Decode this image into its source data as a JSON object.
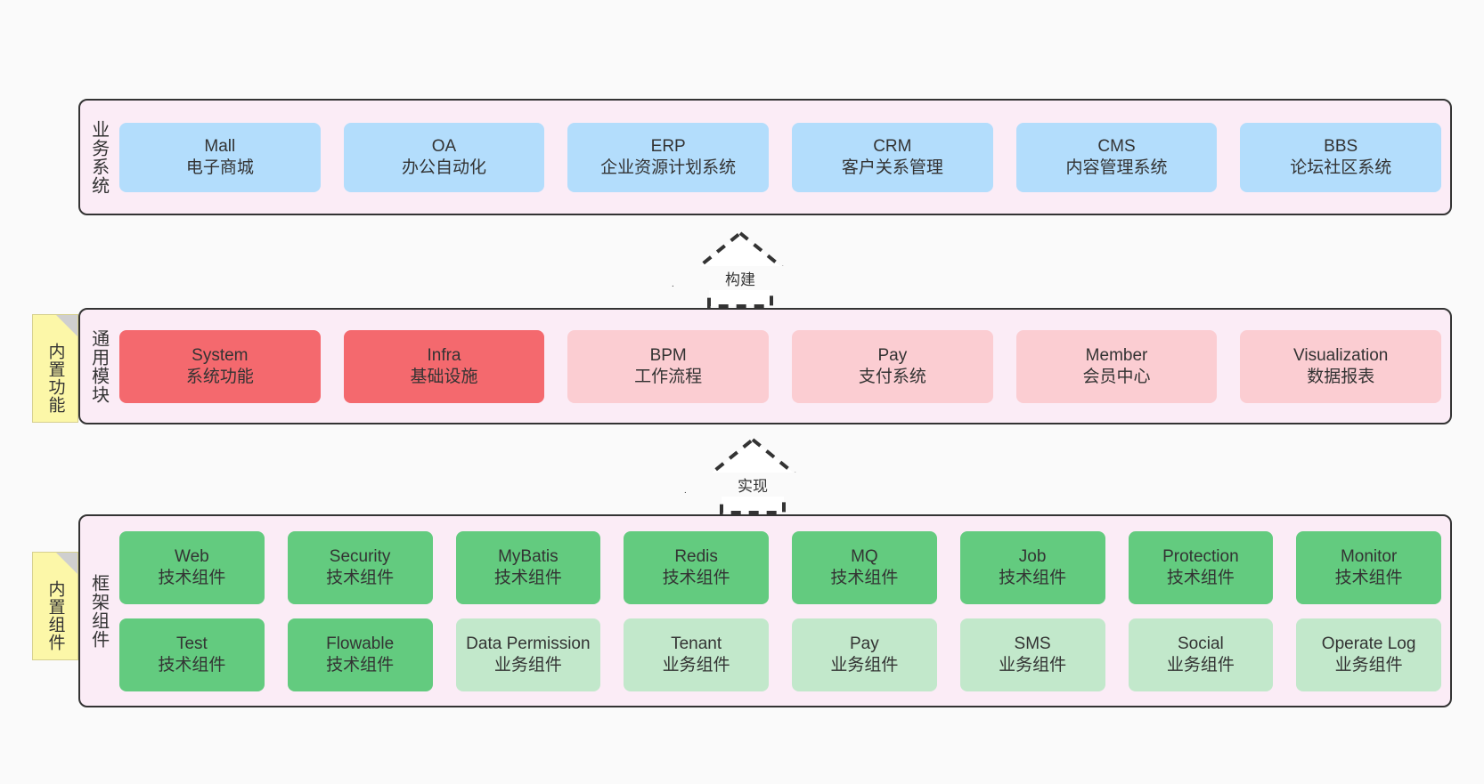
{
  "layers": [
    {
      "id": "business",
      "title": "业务系统",
      "rows": [
        [
          {
            "t1": "Mall",
            "t2": "电子商城",
            "color": "c-blue"
          },
          {
            "t1": "OA",
            "t2": "办公自动化",
            "color": "c-blue"
          },
          {
            "t1": "ERP",
            "t2": "企业资源计划系统",
            "color": "c-blue"
          },
          {
            "t1": "CRM",
            "t2": "客户关系管理",
            "color": "c-blue"
          },
          {
            "t1": "CMS",
            "t2": "内容管理系统",
            "color": "c-blue"
          },
          {
            "t1": "BBS",
            "t2": "论坛社区系统",
            "color": "c-blue"
          }
        ]
      ]
    },
    {
      "id": "modules",
      "title": "通用模块",
      "sticky": "内置功能",
      "rows": [
        [
          {
            "t1": "System",
            "t2": "系统功能",
            "color": "c-red"
          },
          {
            "t1": "Infra",
            "t2": "基础设施",
            "color": "c-red"
          },
          {
            "t1": "BPM",
            "t2": "工作流程",
            "color": "c-pink"
          },
          {
            "t1": "Pay",
            "t2": "支付系统",
            "color": "c-pink"
          },
          {
            "t1": "Member",
            "t2": "会员中心",
            "color": "c-pink"
          },
          {
            "t1": "Visualization",
            "t2": "数据报表",
            "color": "c-pink"
          }
        ]
      ]
    },
    {
      "id": "framework",
      "title": "框架组件",
      "sticky": "内置组件",
      "rows": [
        [
          {
            "t1": "Web",
            "t2": "技术组件",
            "color": "c-green"
          },
          {
            "t1": "Security",
            "t2": "技术组件",
            "color": "c-green"
          },
          {
            "t1": "MyBatis",
            "t2": "技术组件",
            "color": "c-green"
          },
          {
            "t1": "Redis",
            "t2": "技术组件",
            "color": "c-green"
          },
          {
            "t1": "MQ",
            "t2": "技术组件",
            "color": "c-green"
          },
          {
            "t1": "Job",
            "t2": "技术组件",
            "color": "c-green"
          },
          {
            "t1": "Protection",
            "t2": "技术组件",
            "color": "c-green"
          },
          {
            "t1": "Monitor",
            "t2": "技术组件",
            "color": "c-green"
          }
        ],
        [
          {
            "t1": "Test",
            "t2": "技术组件",
            "color": "c-green"
          },
          {
            "t1": "Flowable",
            "t2": "技术组件",
            "color": "c-green"
          },
          {
            "t1": "Data Permission",
            "t2": "业务组件",
            "color": "c-lgreen"
          },
          {
            "t1": "Tenant",
            "t2": "业务组件",
            "color": "c-lgreen"
          },
          {
            "t1": "Pay",
            "t2": "业务组件",
            "color": "c-lgreen"
          },
          {
            "t1": "SMS",
            "t2": "业务组件",
            "color": "c-lgreen"
          },
          {
            "t1": "Social",
            "t2": "业务组件",
            "color": "c-lgreen"
          },
          {
            "t1": "Operate Log",
            "t2": "业务组件",
            "color": "c-lgreen"
          }
        ]
      ]
    }
  ],
  "connectors": [
    {
      "id": "build",
      "label": "构建"
    },
    {
      "id": "implement",
      "label": "实现"
    }
  ],
  "colors": {
    "layer_bg": "#fbecf6",
    "layer_border": "#333333",
    "business_node": "#b3ddfc",
    "module_core_node": "#f4696e",
    "module_node": "#fbcdd2",
    "tech_component_node": "#63cb7f",
    "business_component_node": "#c2e8cb",
    "sticky_note": "#fcf7a8",
    "page_bg": "#fafafa"
  }
}
